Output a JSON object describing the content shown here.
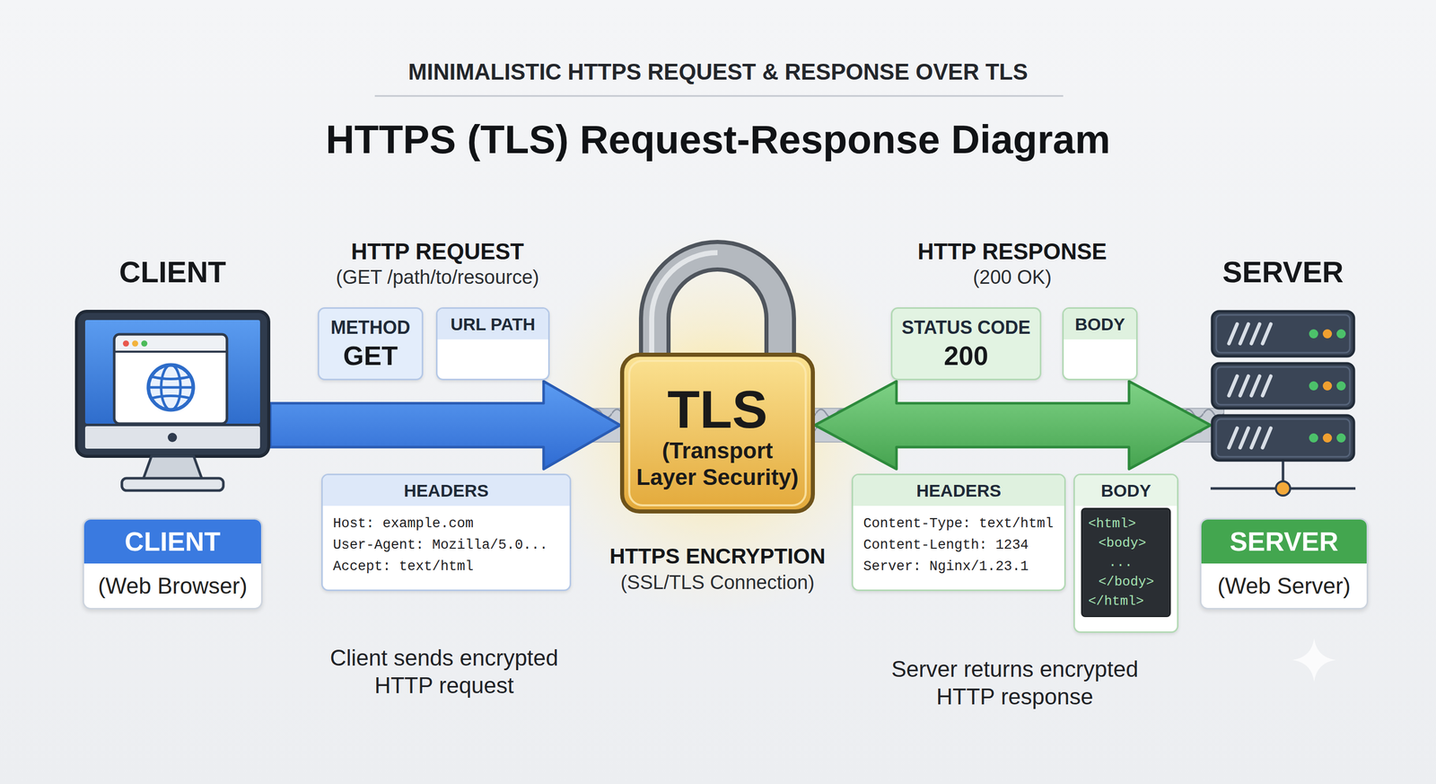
{
  "diagram": {
    "title": "HTTPS (TLS) Request-Response Diagram",
    "nodes": [
      {
        "text": [
          "CLIENT"
        ]
      },
      {
        "text": [
          "CLIENT",
          "(Web Browser)"
        ]
      },
      {
        "text": [
          "METHOD",
          "GET"
        ]
      },
      {
        "text": [
          "URL PATH"
        ]
      },
      {
        "text": [
          "HEADERS",
          "Host: example.com",
          "User-Agent: Mozilla/5.0...",
          "Accept: text/html"
        ]
      },
      {
        "text": [
          "TLS",
          "(Transport Layer Security)"
        ]
      },
      {
        "text": [
          "STATUS CODE",
          "200"
        ]
      },
      {
        "text": [
          "BODY"
        ]
      },
      {
        "text": [
          "HEADERS",
          "Content-Type: text/html",
          "Content-Length: 1234",
          "Server: Nginx/1.23.1"
        ]
      },
      {
        "text": [
          "BODY",
          "<html>",
          "<body>",
          "...",
          "</body>",
          "</html>"
        ]
      },
      {
        "text": [
          "SERVER"
        ]
      },
      {
        "text": [
          "SERVER",
          "(Web Server)"
        ]
      }
    ],
    "edges": [
      {
        "from": 0,
        "to": 5,
        "arrow": "to"
      },
      {
        "from": 5,
        "to": 10,
        "arrow": "both"
      }
    ],
    "labels": [
      "MINIMALISTIC HTTPS REQUEST & RESPONSE OVER TLS",
      "HTTP REQUEST",
      "(GET /path/to/resource)",
      "HTTP RESPONSE",
      "(200 OK)",
      "HTTPS ENCRYPTION",
      "(SSL/TLS Connection)",
      "Client sends encrypted HTTP request",
      "Server returns encrypted HTTP response"
    ]
  }
}
